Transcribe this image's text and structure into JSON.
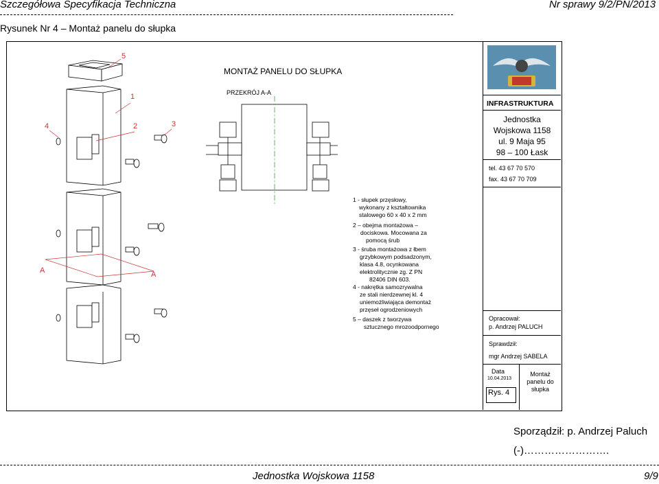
{
  "header": {
    "left": "Szczegółowa Specyfikacja Techniczna",
    "right": "Nr sprawy 9/2/PN/2013",
    "dashes_top": "--------------------------------------------------------------------------------------------------------------------------------"
  },
  "figure_caption": "Rysunek Nr 4 – Montaż panelu do słupka",
  "drawing": {
    "title": "MONTAŻ PANELU DO SŁUPKA",
    "section_label": "PRZEKRÓJ A-A",
    "callouts": [
      "5",
      "1",
      "4",
      "2",
      "3"
    ],
    "section_marks": [
      "A",
      "A"
    ],
    "legend": [
      {
        "lines": [
          "1 - słupek przęsłowy,",
          "wykonany z kształtownika",
          "stalowego 60 x 40 x 2 mm"
        ]
      },
      {
        "lines": [
          "2 – obejma montażowa –",
          "dociskowa. Mocowana za",
          "pomocą śrub"
        ]
      },
      {
        "lines": [
          "3 - śruba montażowa z łbem",
          "grzybkowym podsadzonym,",
          "klasa 4.8, ocynkowana",
          "elektrolitycznie zg. Z PN",
          "82406 DIN 603."
        ]
      },
      {
        "lines": [
          "4 - nakrętka samozrywalna",
          "ze stali nierdzewnej kl. 4",
          "uniemożliwiająca demontaż",
          "przęseł ogrodzeniowych"
        ]
      },
      {
        "lines": [
          "5 – daszek z tworzywa",
          "sztucznego mrozoodpornego"
        ]
      }
    ]
  },
  "title_block": {
    "org": "INFRASTRUKTURA",
    "unit_lines": [
      "Jednostka",
      "Wojskowa 1158",
      "ul. 9 Maja 95",
      "98 – 100 Łask"
    ],
    "tel": "tel. 43 67 70 570",
    "fax": "fax. 43 67 70 709",
    "prepared_label": "Opracował:",
    "prepared_by": "p. Andrzej PALUCH",
    "checked_label": "Sprawdził:",
    "checked_by": "mgr Andrzej SABELA",
    "date_label": "Data",
    "date": "10.04.2013",
    "sheet_label": "Rys. 4",
    "sheet_title_lines": [
      "Montaż",
      "panelu do",
      "słupka"
    ]
  },
  "footer": {
    "signature_label": "Sporządził: p. Andrzej Paluch",
    "signature_line": "(-)…………………….",
    "left": "Jednostka Wojskowa 1158",
    "right": "9/9"
  },
  "colors": {
    "section_line": "#cc3333",
    "callout": "#cc3333",
    "center_line": "#33aa33",
    "logo_bg": "#5b8fb0"
  }
}
